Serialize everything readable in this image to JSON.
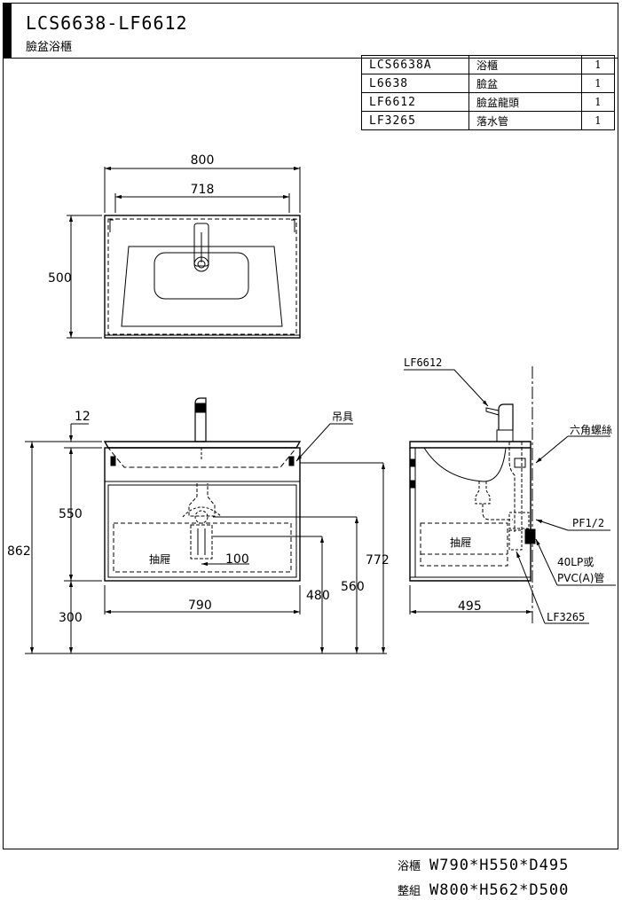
{
  "header": {
    "model": "LCS6638-LF6612",
    "subtitle": "臉盆浴櫃"
  },
  "parts": [
    {
      "code": "LCS6638A",
      "name": "浴櫃",
      "qty": "1"
    },
    {
      "code": "L6638",
      "name": "臉盆",
      "qty": "1"
    },
    {
      "code": "LF6612",
      "name": "臉盆龍頭",
      "qty": "1"
    },
    {
      "code": "LF3265",
      "name": "落水管",
      "qty": "1"
    }
  ],
  "top_view": {
    "width_total": "800",
    "width_inner": "718",
    "depth": "500"
  },
  "front_view": {
    "hanger_label": "吊具",
    "offset": "12",
    "cabinet_height": "550",
    "total_height": "862",
    "floor_clearance": "300",
    "drawer_label": "抽屜",
    "drain_offset": "100",
    "cabinet_width": "790",
    "h480": "480",
    "h560": "560",
    "h772": "772"
  },
  "side_view": {
    "faucet_code": "LF6612",
    "hex_screw": "六角螺絲",
    "pf": "PF1/2",
    "pipe_line1": "40LP或",
    "pipe_line2": "PVC(A)管",
    "drawer_label": "抽屜",
    "depth": "495",
    "drain_code": "LF3265"
  },
  "footer": {
    "cabinet_label": "浴櫃",
    "cabinet_dims": "W790*H550*D495",
    "set_label": "整組",
    "set_dims": "W800*H562*D500"
  }
}
